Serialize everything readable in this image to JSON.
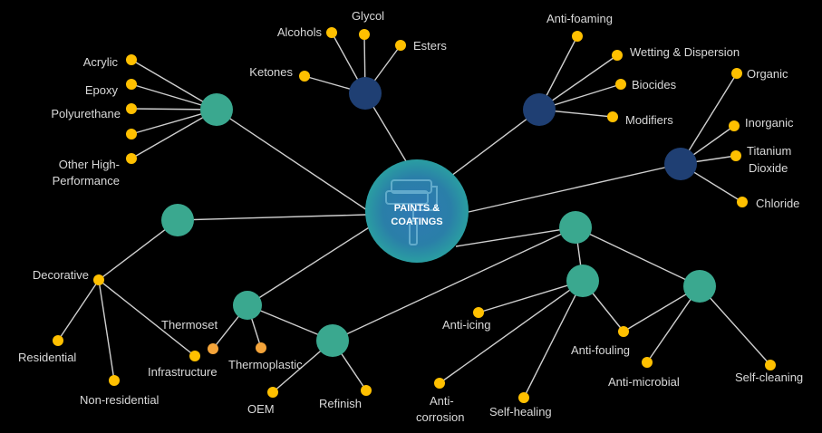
{
  "center": {
    "label_line1": "PAINTS &",
    "label_line2": "COATINGS"
  },
  "colors": {
    "background": "#000000",
    "edge": "#cfcfcf",
    "teal_node": "#3aa88f",
    "navy_node": "#1f3f73",
    "leaf_yellow": "#ffc000",
    "leaf_orange": "#f4a43a",
    "label": "#d9d9d9"
  },
  "labels": {
    "alcohols": "Alcohols",
    "glycol": "Glycol",
    "esters": "Esters",
    "ketones": "Ketones",
    "acrylic": "Acrylic",
    "epoxy": "Epoxy",
    "polyurethane": "Polyurethane",
    "other_high_1": "Other High-",
    "other_high_2": "Performance",
    "anti_foaming": "Anti-foaming",
    "wetting": "Wetting & Dispersion",
    "biocides": "Biocides",
    "modifiers": "Modifiers",
    "organic": "Organic",
    "inorganic": "Inorganic",
    "titanium_1": "Titanium",
    "titanium_2": "Dioxide",
    "chloride": "Chloride",
    "decorative": "Decorative",
    "residential": "Residential",
    "non_residential": "Non-residential",
    "infrastructure": "Infrastructure",
    "thermoset": "Thermoset",
    "thermoplastic": "Thermoplastic",
    "oem": "OEM",
    "refinish": "Refinish",
    "anti_icing": "Anti-icing",
    "anti_corrosion_1": "Anti-",
    "anti_corrosion_2": "corrosion",
    "self_healing": "Self-healing",
    "anti_fouling": "Anti-fouling",
    "anti_microbial": "Anti-microbial",
    "self_cleaning": "Self-cleaning"
  }
}
